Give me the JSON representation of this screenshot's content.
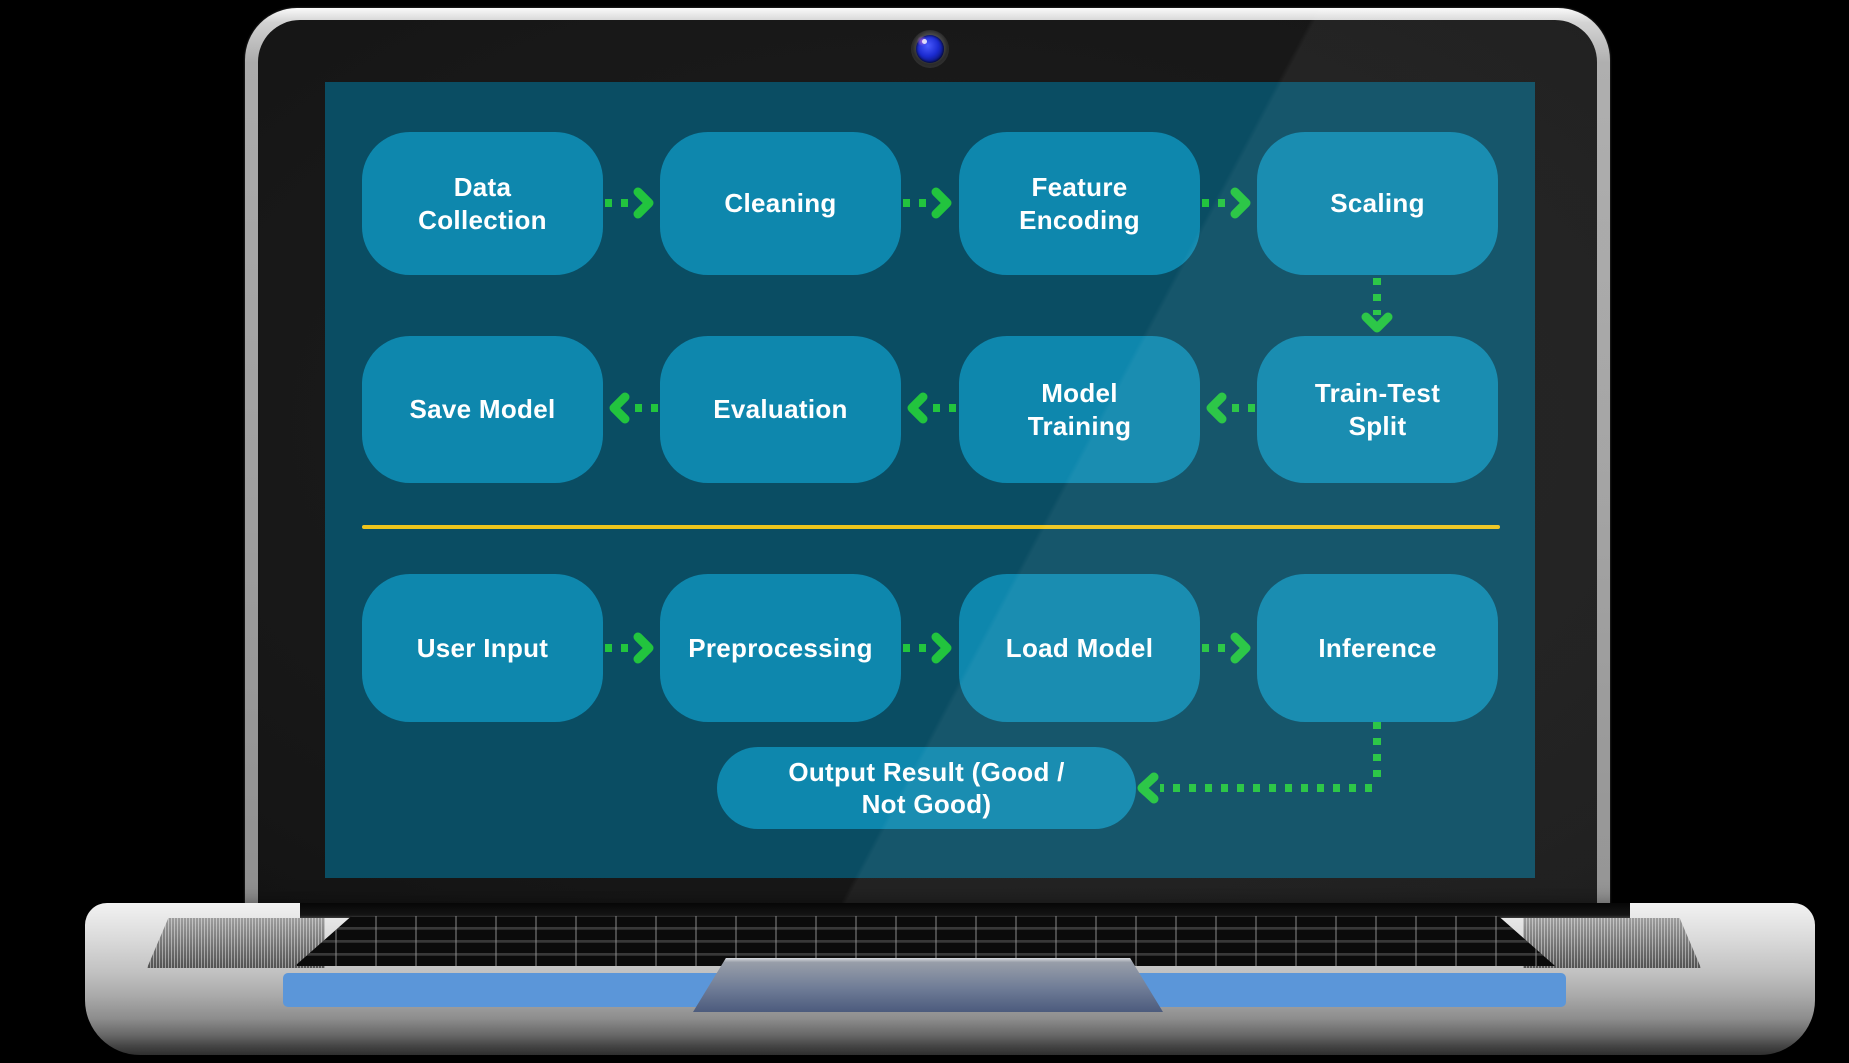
{
  "flowchart": {
    "row1": [
      "Data Collection",
      "Cleaning",
      "Feature Encoding",
      "Scaling"
    ],
    "row2": [
      "Save Model",
      "Evaluation",
      "Model Training",
      "Train-Test Split"
    ],
    "row3": [
      "User Input",
      "Preprocessing",
      "Load Model",
      "Inference"
    ],
    "output": "Output Result (Good / Not Good)"
  },
  "colors": {
    "screen_bg": "#0a4d63",
    "node_fill": "#0e87ad",
    "node_text": "#ffffff",
    "arrow_green": "#22c43e",
    "divider_yellow": "#eec51c",
    "palmrest_blue": "#5b96d9"
  }
}
